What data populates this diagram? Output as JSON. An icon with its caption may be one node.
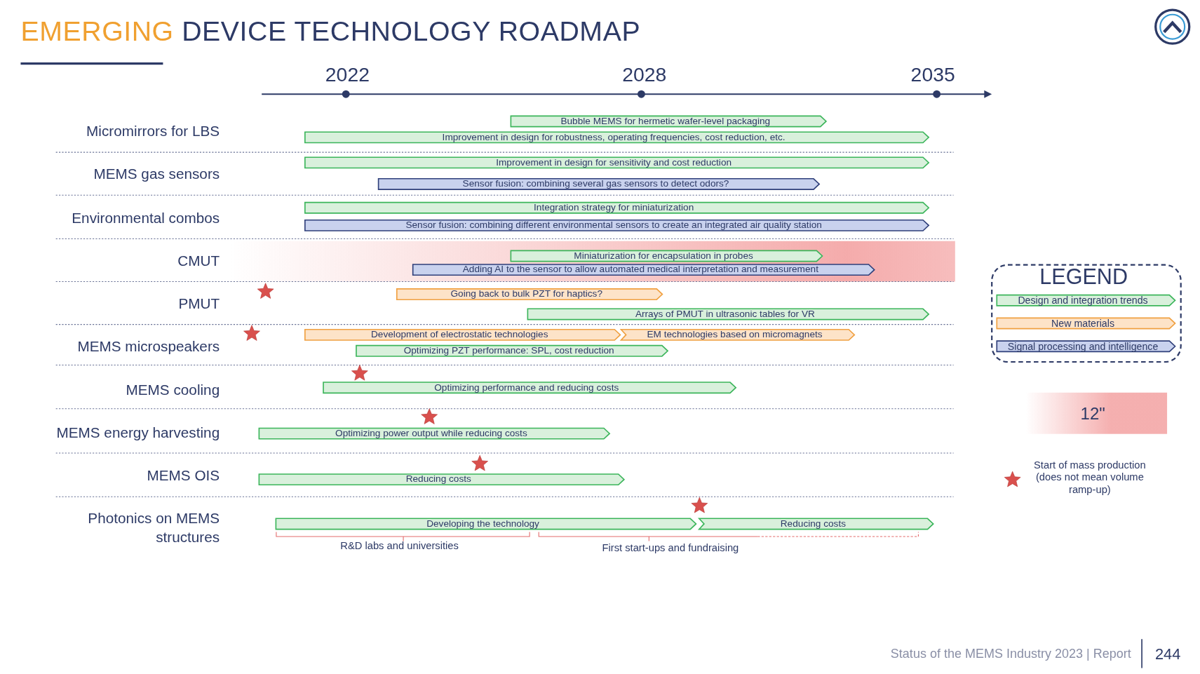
{
  "diagram": {
    "title": "EMERGING DEVICE TECHNOLOGY ROADMAP",
    "nodes": [
      {
        "text": [
          "Bubble MEMS for hermetic wafer-level packaging"
        ]
      },
      {
        "text": [
          "Improvement in design for robustness, operating frequencies, cost reduction, etc."
        ]
      },
      {
        "text": [
          "Improvement in design for sensitivity and cost reduction"
        ]
      },
      {
        "text": [
          "Sensor fusion: combining several gas sensors to detect odors?"
        ]
      },
      {
        "text": [
          "Integration strategy for miniaturization"
        ]
      },
      {
        "text": [
          "Sensor fusion: combining different environmental sensors to create an integrated air quality station"
        ]
      },
      {
        "text": [
          "Miniaturization for encapsulation in probes"
        ]
      },
      {
        "text": [
          "Adding AI to the sensor to allow automated medical interpretation and measurement"
        ]
      },
      {
        "text": [
          "Going back to bulk PZT for haptics?"
        ]
      },
      {
        "text": [
          "Arrays of PMUT in ultrasonic tables for VR"
        ]
      },
      {
        "text": [
          "Development of electrostatic technologies"
        ]
      },
      {
        "text": [
          "EM technologies based on micromagnets"
        ]
      },
      {
        "text": [
          "Optimizing PZT performance: SPL, cost reduction"
        ]
      },
      {
        "text": [
          "Optimizing performance and reducing costs"
        ]
      },
      {
        "text": [
          "Optimizing power output while reducing costs"
        ]
      },
      {
        "text": [
          "Reducing costs"
        ]
      },
      {
        "text": [
          "Developing the technology"
        ]
      },
      {
        "text": [
          "Reducing costs"
        ]
      }
    ],
    "labels": [
      "2022",
      "2028",
      "2035",
      "Micromirrors for LBS",
      "MEMS gas sensors",
      "Environmental combos",
      "CMUT",
      "PMUT",
      "MEMS microspeakers",
      "MEMS cooling",
      "MEMS energy harvesting",
      "MEMS OIS",
      "Photonics on MEMS structures",
      "R&D labs and universities",
      "First start-ups and fundraising",
      "LEGEND",
      "Status of the MEMS Industry 2023 | Report",
      "244"
    ],
    "legend": [
      {
        "text": "Design and integration trends",
        "color": "#d9f0dc"
      },
      {
        "text": "New materials",
        "color": "#fde3c8"
      },
      {
        "text": "Signal processing and intelligence",
        "color": "#c9d2ee"
      },
      {
        "text": "12\""
      },
      {
        "text": "Start of mass production (does not mean volume ramp-up)"
      }
    ]
  }
}
